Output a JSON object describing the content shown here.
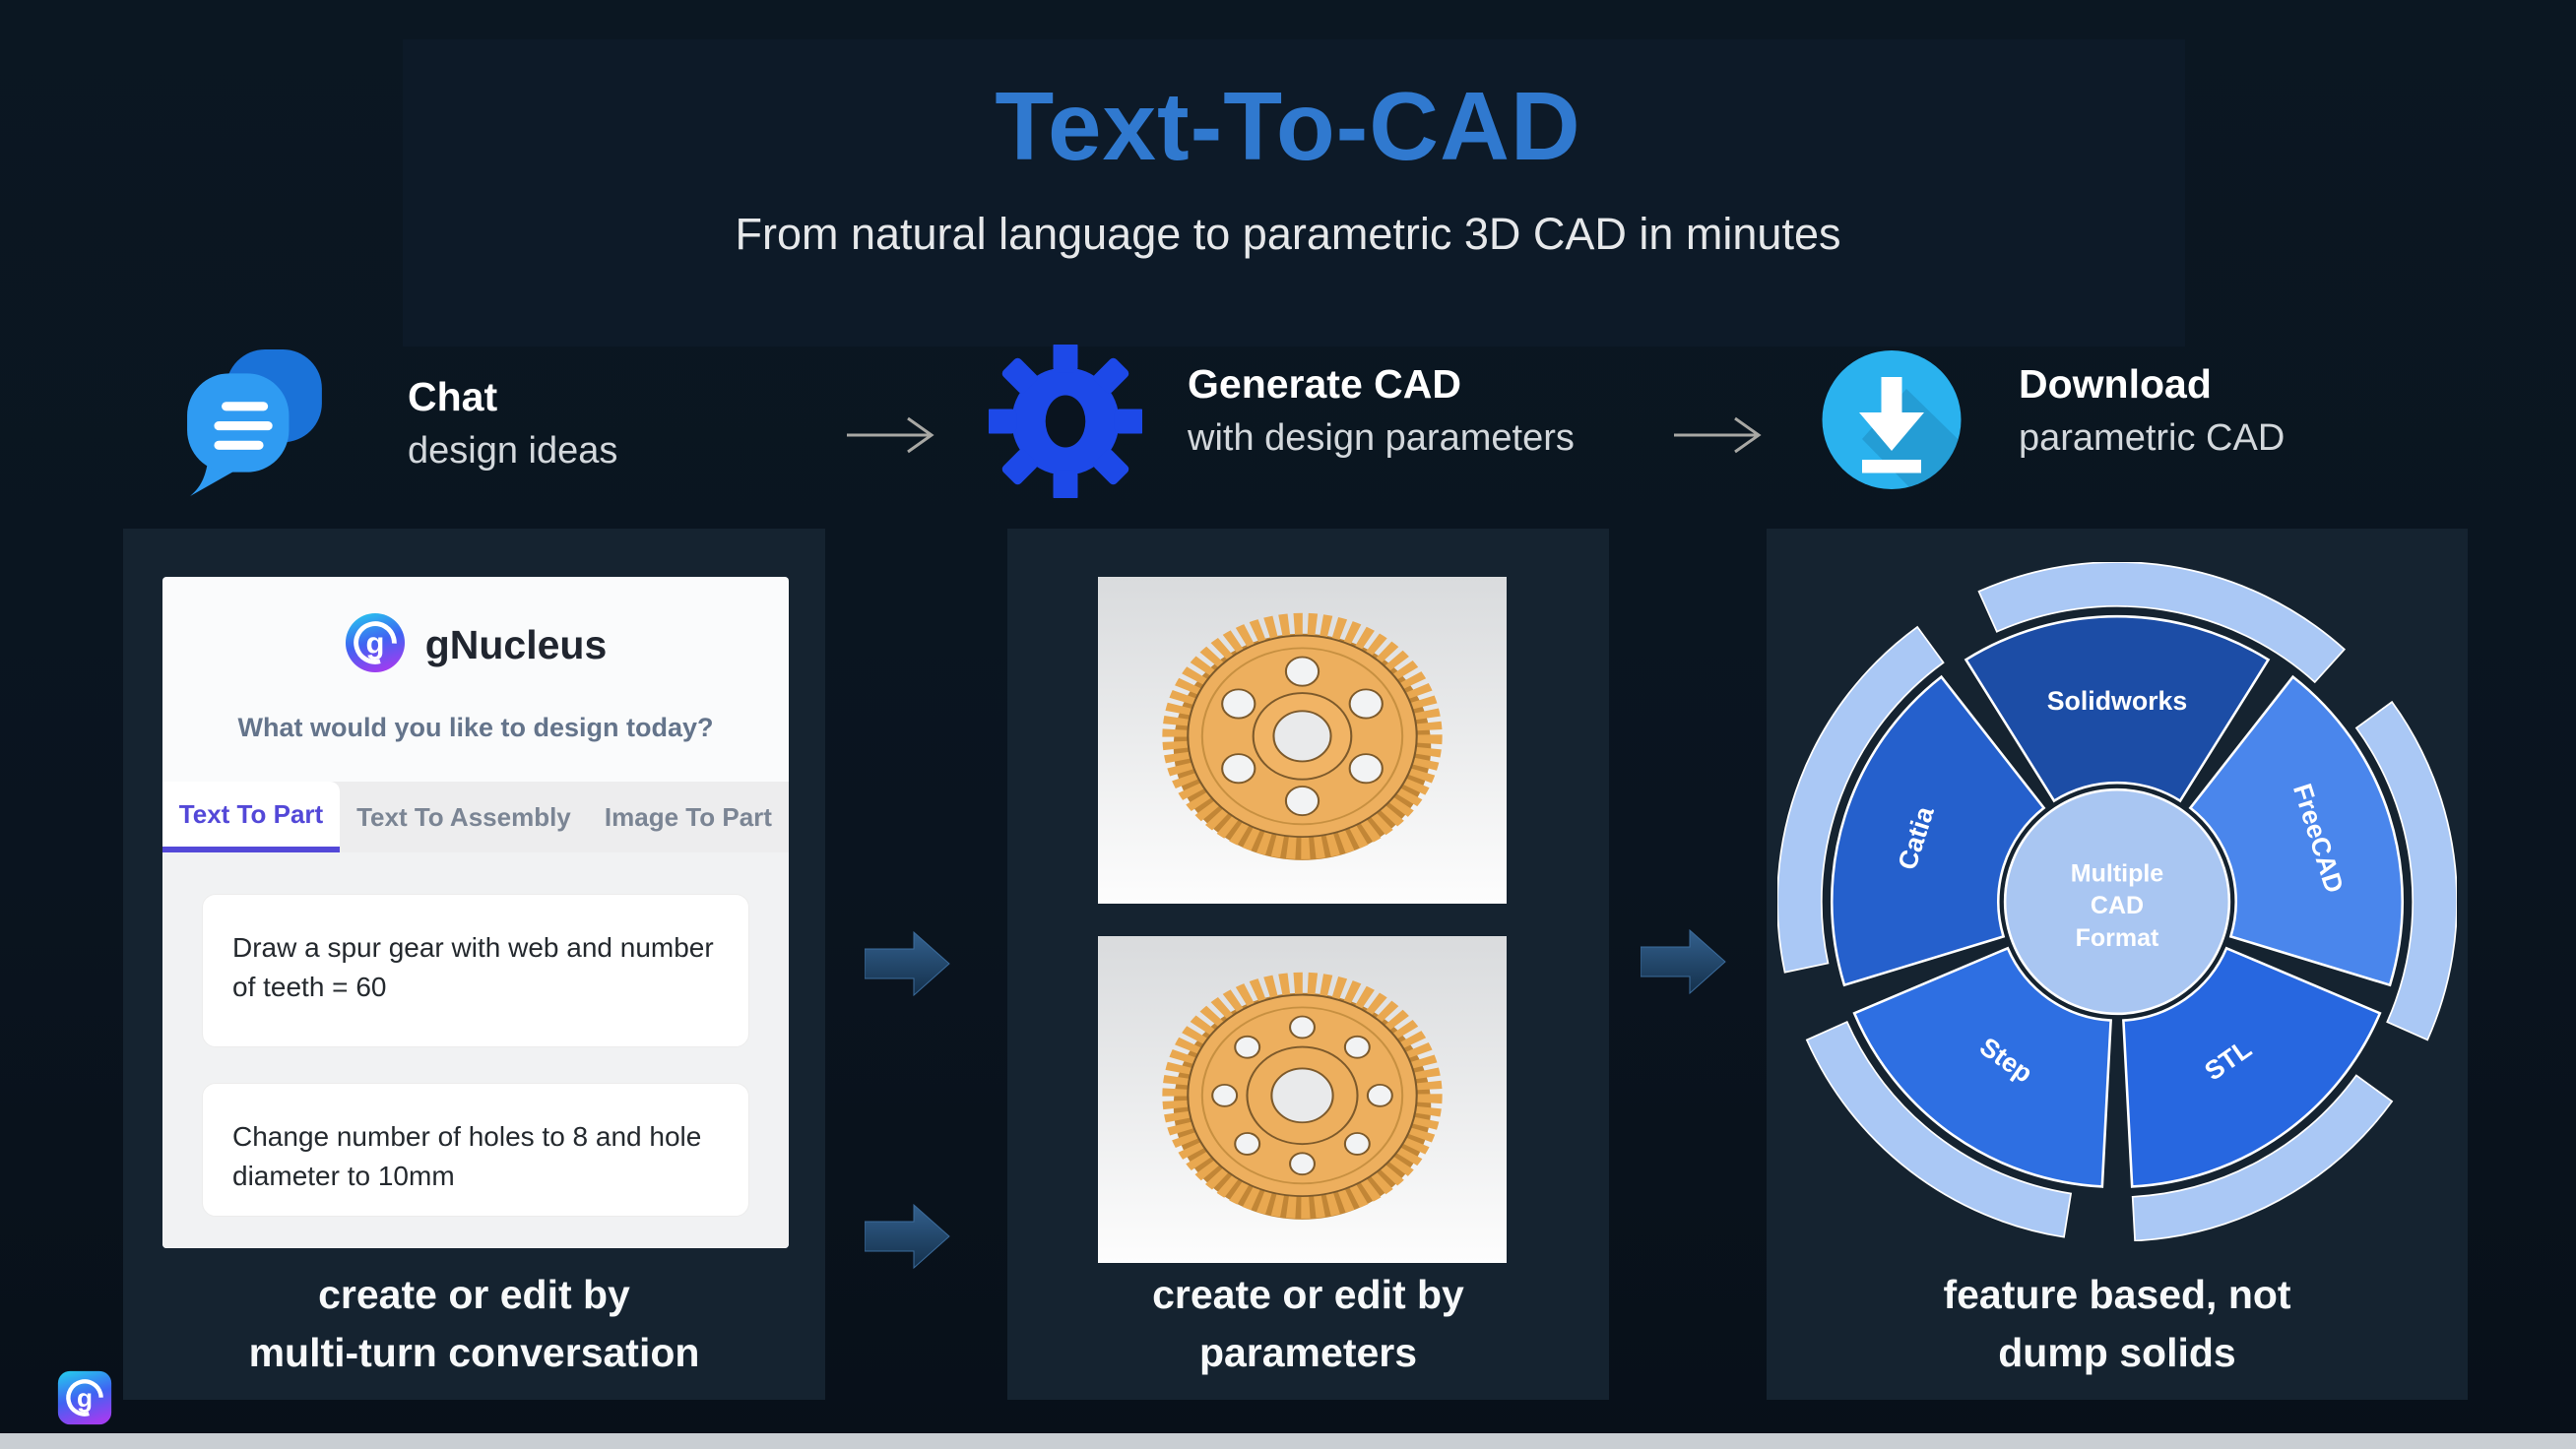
{
  "header": {
    "title": "Text-To-CAD",
    "subtitle": "From natural language to parametric 3D CAD in minutes"
  },
  "steps": [
    {
      "icon": "chat-icon",
      "title": "Chat",
      "subtitle": "design ideas"
    },
    {
      "icon": "gear-icon",
      "title": "Generate CAD",
      "subtitle": "with design parameters"
    },
    {
      "icon": "download-icon",
      "title": "Download",
      "subtitle": "parametric CAD"
    }
  ],
  "chat": {
    "brand": "gNucleus",
    "question": "What would you like to design today?",
    "tabs": [
      {
        "label": "Text To Part",
        "active": true
      },
      {
        "label": "Text To Assembly",
        "active": false
      },
      {
        "label": "Image To Part",
        "active": false
      }
    ],
    "messages": [
      "Draw a spur gear with web and number of teeth = 60",
      "Change number of holes to 8 and hole diameter to 10mm"
    ],
    "caption": [
      "create or edit by",
      "multi-turn conversation"
    ]
  },
  "cad": {
    "images": [
      {
        "name": "spur-gear-6-holes"
      },
      {
        "name": "spur-gear-8-holes"
      }
    ],
    "caption": [
      "create or edit by",
      "parameters"
    ]
  },
  "download": {
    "caption": [
      "feature based, not",
      "dump solids"
    ]
  },
  "donut": {
    "center": [
      "Multiple",
      "CAD",
      "Format"
    ],
    "segments": [
      {
        "label": "Solidworks",
        "color": "#1c4da6"
      },
      {
        "label": "FreeCAD",
        "color": "#4a86ec"
      },
      {
        "label": "STL",
        "color": "#2767e0"
      },
      {
        "label": "Step",
        "color": "#2e6fe2"
      },
      {
        "label": "Catia",
        "color": "#2560cc"
      }
    ],
    "outer_ring_color": "#aac8f5",
    "center_color": "#a9c6f2"
  },
  "colors": {
    "title_blue": "#3079cf",
    "page_background": "#0a141f",
    "panel_background": "#152330",
    "active_tab_accent": "#5348d8",
    "gear_icon_blue": "#1d49e8",
    "chat_bubble_blue": "#2f9bf2",
    "download_circle_blue": "#2ab2ee",
    "bottom_strip": "#c9ced3"
  }
}
